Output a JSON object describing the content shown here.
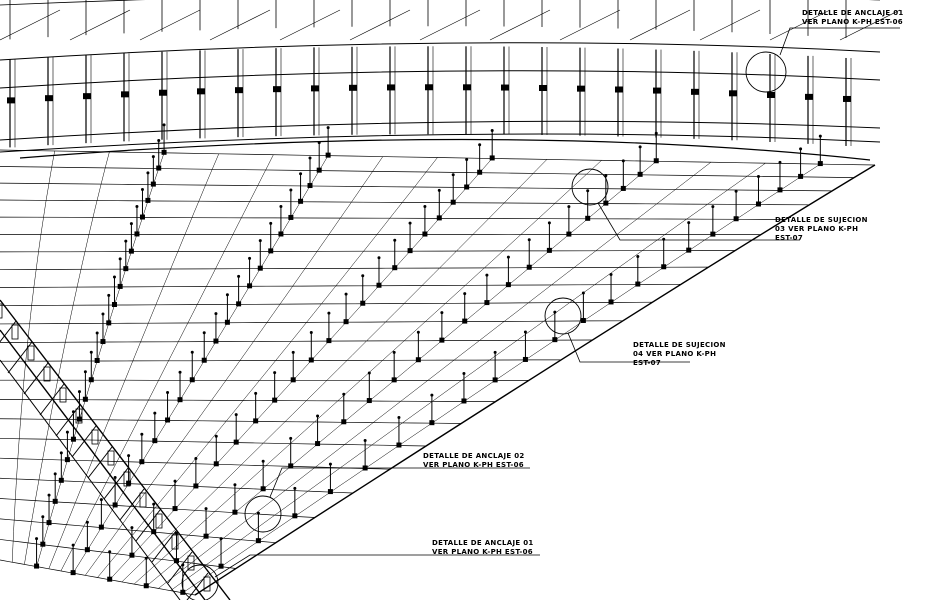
{
  "drawing": {
    "line_color": "#000000",
    "background": "#ffffff"
  },
  "callouts": [
    {
      "id": "anclaje-01-top",
      "line1": "DETALLE DE ANCLAJE 01",
      "line2": "VER PLANO K-PH  EST-06",
      "line3": ""
    },
    {
      "id": "sujecion-03",
      "line1": "DETALLE DE SUJECION",
      "line2": "03 VER PLANO K-PH",
      "line3": "EST-07"
    },
    {
      "id": "sujecion-04",
      "line1": "DETALLE DE SUJECION",
      "line2": "04 VER PLANO K-PH",
      "line3": "EST-07"
    },
    {
      "id": "anclaje-02",
      "line1": "DETALLE DE ANCLAJE 02",
      "line2": "VER PLANO K-PH EST-06",
      "line3": ""
    },
    {
      "id": "anclaje-01-bottom",
      "line1": "DETALLE DE ANCLAJE 01",
      "line2": "VER PLANO K-PH  EST-06",
      "line3": ""
    }
  ]
}
